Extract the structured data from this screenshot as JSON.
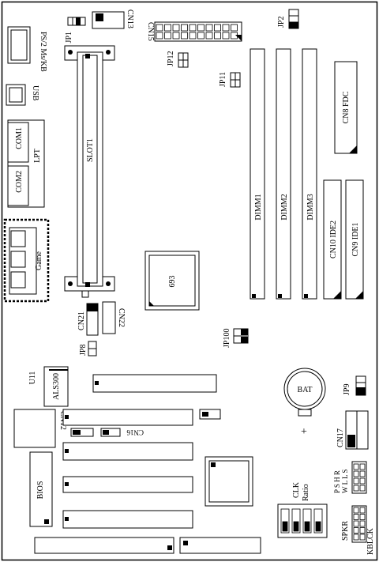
{
  "labels": {
    "ps2": "PS/2 Ms/KB",
    "usb": "USB",
    "com1": "COM1",
    "lpt": "LPT",
    "com2": "COM2",
    "game": "Game",
    "jp1": "JP1",
    "cn13": "CN13",
    "cn15": "CN15",
    "jp2": "JP2",
    "jp12": "JP12",
    "jp11": "JP11",
    "slot1": "SLOT1",
    "dimm1": "DIMM1",
    "dimm2": "DIMM2",
    "dimm3": "DIMM3",
    "cn8": "CN8  FDC",
    "cn10": "CN10  IDE2",
    "cn9": "CN9  IDE1",
    "chip693": "693",
    "cn21": "CN21",
    "cn22": "CN22",
    "jp100": "JP100",
    "jp8": "JP8",
    "u11": "U11",
    "als300": "ALS300",
    "bat": "BAT",
    "jp9": "JP9",
    "cn12": "CN12",
    "cn16": "CN16",
    "cn17": "CN17",
    "bios": "BIOS",
    "pshr": "P S H R",
    "wlls": "W L L S",
    "clk": "CLK",
    "ratio": "Ratio",
    "spkr": "SPKR",
    "kblck": "KBLCK",
    "plus": "+"
  }
}
